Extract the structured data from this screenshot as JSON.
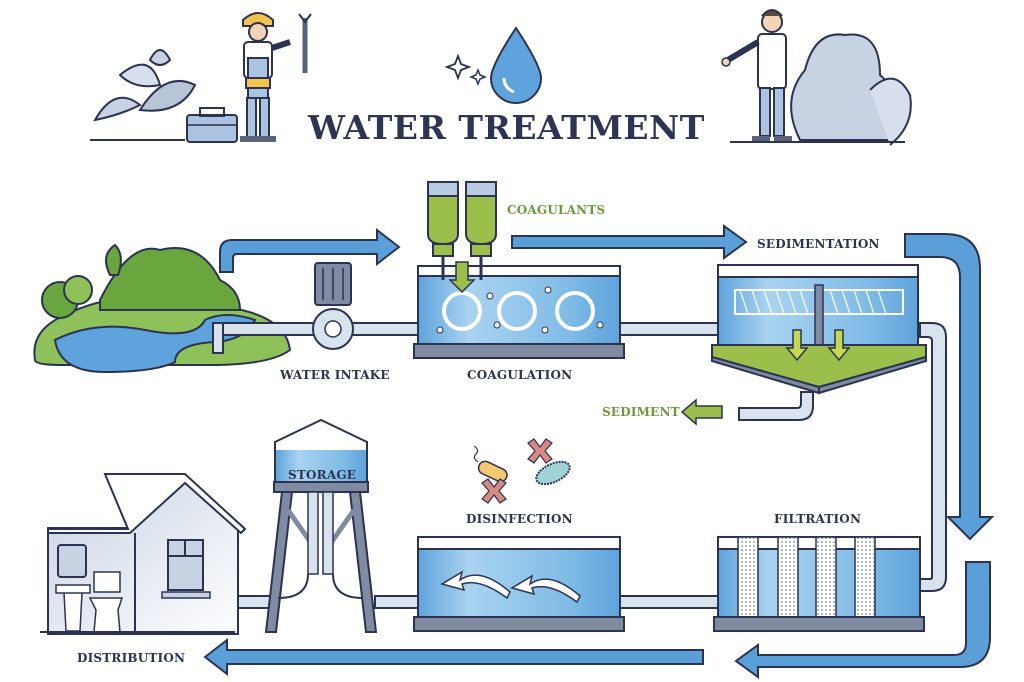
{
  "title": "WATER TREATMENT",
  "colors": {
    "outline": "#2c3352",
    "water_blue": "#5ea3db",
    "water_light": "#a9d3f0",
    "arrow_blue": "#5b9fd8",
    "coagulant_green": "#9bbf4a",
    "label_green": "#6a9a3c",
    "tank_base": "#7e8ba0",
    "pipe": "#d8e3ee",
    "microbe_x": "#d68a80"
  },
  "stages": {
    "water_intake": "WATER INTAKE",
    "coagulants": "COAGULANTS",
    "coagulation": "COAGULATION",
    "sedimentation": "SEDIMENTATION",
    "sediment": "SEDIMENT",
    "filtration": "FILTRATION",
    "disinfection": "DISINFECTION",
    "storage": "STORAGE",
    "distribution": "DISTRIBUTION"
  },
  "icons": {
    "droplet": "water-drop-icon",
    "sparkle": "sparkle-icon",
    "worker": "worker-with-wrench-icon",
    "scientist": "scientist-icon",
    "toolbox": "toolbox-icon",
    "plant": "plant-icon",
    "bush": "bush-icon",
    "pump": "pump-icon",
    "house": "house-icon",
    "water_tower": "water-tower-icon",
    "bacteria": "bacteria-icon",
    "cross": "cross-icon"
  }
}
